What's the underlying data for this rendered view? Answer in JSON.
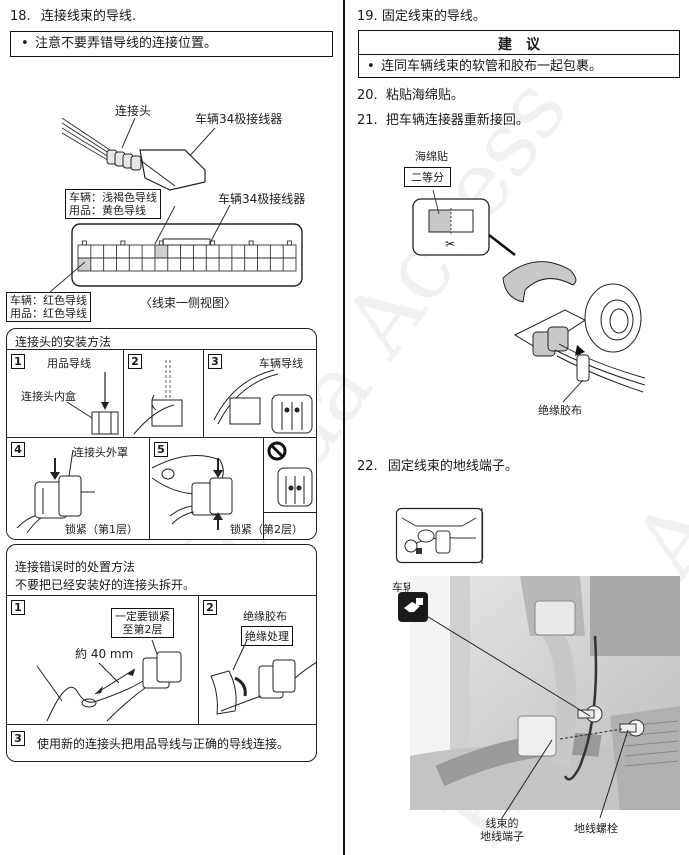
{
  "left": {
    "step18": {
      "number": "18.",
      "title": "连接线束的导线."
    },
    "note18": {
      "bullet": "•",
      "text": "注意不要弄错导线的连接位置。"
    },
    "diagram_top": {
      "label_connector_head": "连接头",
      "label_34pin_top": "车辆34极接线器",
      "callout_upper": {
        "line1": "车辆：浅褐色导线",
        "line2": "用品：黄色导线"
      },
      "label_34pin_side": "车辆34极接线器",
      "callout_lower": {
        "line1": "车辆：红色导线",
        "line2": "用品：红色导线"
      },
      "caption": "〈线束一侧视图〉"
    },
    "install_panel": {
      "title": "连接头的安装方法",
      "cells": [
        {
          "num": "1",
          "labels": [
            "用品导线",
            "连接头内盒"
          ]
        },
        {
          "num": "2",
          "labels": []
        },
        {
          "num": "3",
          "labels": [
            "车辆导线"
          ]
        },
        {
          "num": "4",
          "labels": [
            "连接头外罩",
            "锁紧（第1层）"
          ]
        },
        {
          "num": "5",
          "labels": [
            "锁紧（第2层）"
          ]
        }
      ],
      "prohibited_icon": "prohibited-icon"
    },
    "error_panel": {
      "title": "连接错误时的处置方法",
      "subtitle": "不要把已经安装好的连接头拆开。",
      "cells": [
        {
          "num": "1",
          "callout_line1": "一定要锁紧",
          "callout_line2": "至第2层",
          "dimension": "約 40 mm"
        },
        {
          "num": "2",
          "label": "绝缘胶布",
          "callout": "绝缘处理"
        },
        {
          "num": "3",
          "text": "使用新的连接头把用品导线与正确的导线连接。"
        }
      ]
    }
  },
  "right": {
    "step19": {
      "number": "19.",
      "title": "固定线束的导线。"
    },
    "advice": {
      "header": "建　议",
      "bullet": "•",
      "text": "连同车辆线束的软管和胶布一起包裹。"
    },
    "step20": {
      "number": "20.",
      "title": "粘贴海绵贴。"
    },
    "step21": {
      "number": "21.",
      "title": "把车辆连接器重新接回。"
    },
    "sponge_diagram": {
      "label_sponge": "海绵贴",
      "callout_half": "二等分",
      "label_tape": "绝缘胶布",
      "scissors_icon": "scissors-icon"
    },
    "step22": {
      "number": "22.",
      "title": "固定线束的地线端子。"
    },
    "ground_diagram": {
      "label_vehicle_bolt": "车辆螺栓",
      "label_terminal_line1": "线束的",
      "label_terminal_line2": "地线端子",
      "label_ground_bolt": "地线螺栓"
    }
  },
  "colors": {
    "ink": "#1a1a1a",
    "panel_border": "#222222",
    "shade": "#c8c8c8",
    "photo_bg": "#d9d9d9"
  }
}
